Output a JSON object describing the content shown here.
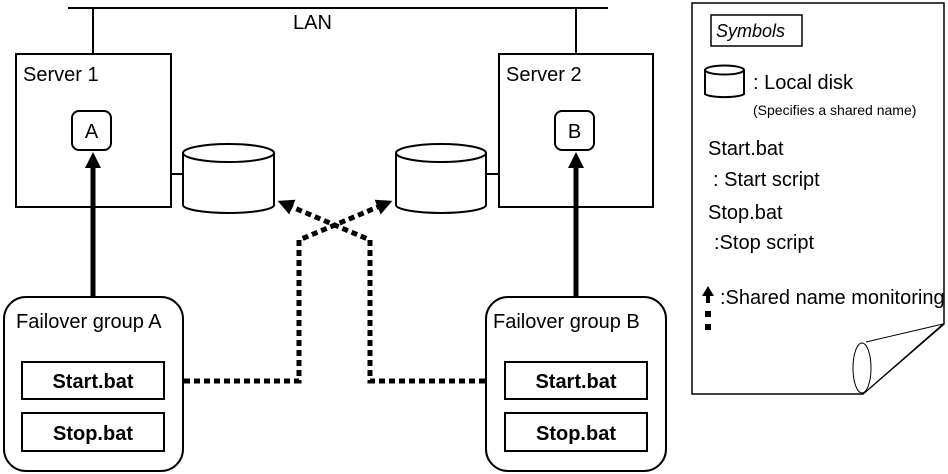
{
  "network": {
    "label": "LAN"
  },
  "servers": [
    {
      "label": "Server 1",
      "badge": "A"
    },
    {
      "label": "Server 2",
      "badge": "B"
    }
  ],
  "failover_groups": [
    {
      "label": "Failover group A",
      "scripts": [
        "Start.bat",
        "Stop.bat"
      ]
    },
    {
      "label": "Failover group B",
      "scripts": [
        "Start.bat",
        "Stop.bat"
      ]
    }
  ],
  "legend": {
    "title": "Symbols",
    "local_disk": ": Local disk",
    "local_disk_note": "(Specifies a shared name)",
    "start_name": "Start.bat",
    "start_desc": ": Start script",
    "stop_name": "Stop.bat",
    "stop_desc": ":Stop script",
    "monitoring": ":Shared name monitoring"
  }
}
